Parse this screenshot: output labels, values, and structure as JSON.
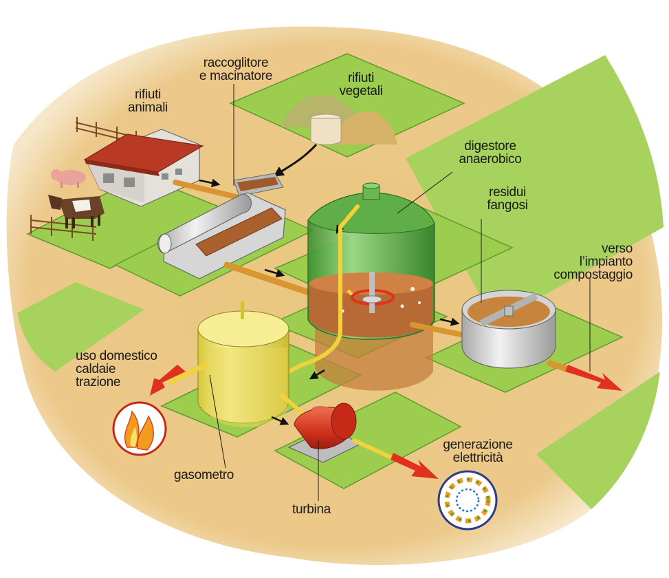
{
  "labels": {
    "rifiuti_animali": [
      "rifiuti",
      "animali"
    ],
    "raccoglitore": [
      "raccoglitore",
      "e macinatore"
    ],
    "rifiuti_vegetali": [
      "rifiuti",
      "vegetali"
    ],
    "digestore": [
      "digestore",
      "anaerobico"
    ],
    "residui": [
      "residui",
      "fangosi"
    ],
    "verso": [
      "verso",
      "l’impianto",
      "compostaggio"
    ],
    "uso": [
      "uso domestico",
      "caldaie",
      "trazione"
    ],
    "gasometro": "gasometro",
    "turbina": "turbina",
    "generazione": [
      "generazione",
      "elettricità"
    ]
  },
  "colors": {
    "ground": "#e7c47e",
    "platform": "#9ccd4e",
    "pipe": "#d9952f",
    "gas_pipe": "#f2d23c",
    "digester": "#4aa33c",
    "gasometer": "#f0e26a",
    "turbine": "#d9341e",
    "arrow_red": "#e0301e"
  }
}
